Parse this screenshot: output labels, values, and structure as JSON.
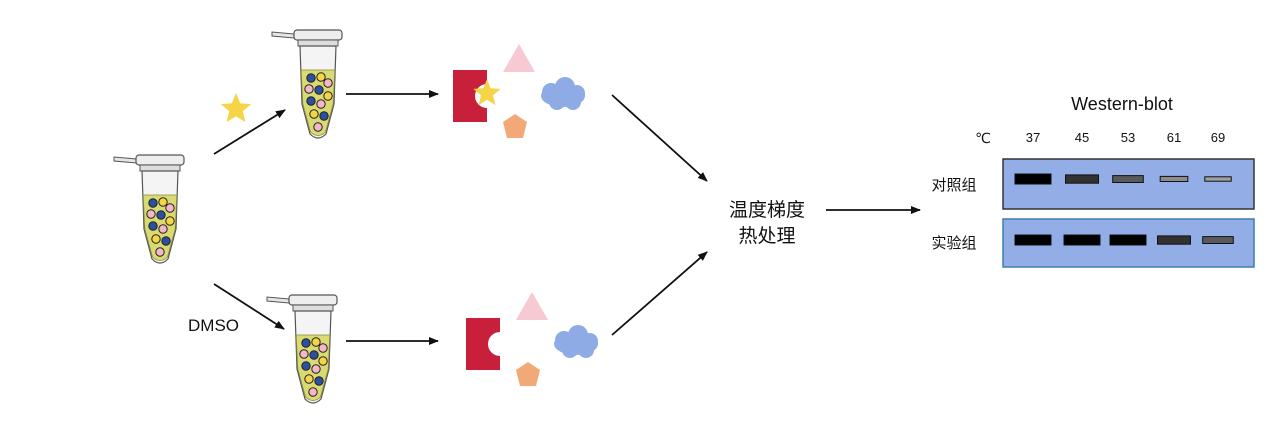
{
  "treatments": {
    "compound_label": "",
    "dmso_label": "DMSO"
  },
  "process": {
    "line1": "温度梯度",
    "line2": "热处理"
  },
  "western_blot": {
    "title": "Western-blot",
    "temp_unit": "℃",
    "temperatures": [
      "37",
      "45",
      "53",
      "61",
      "69"
    ],
    "rows": [
      {
        "label": "对照组",
        "band_intensity": [
          1.0,
          0.75,
          0.55,
          0.3,
          0.2
        ]
      },
      {
        "label": "实验组",
        "band_intensity": [
          1.0,
          1.0,
          1.0,
          0.75,
          0.55
        ]
      }
    ]
  },
  "colors": {
    "tube_liquid": "#d9db72",
    "star": "#f5d547",
    "protein_red": "#c8203a",
    "triangle": "#f7c9d2",
    "pentagon": "#f2a977",
    "cloud": "#8eabe6",
    "blot_bg": "#93aee6"
  }
}
